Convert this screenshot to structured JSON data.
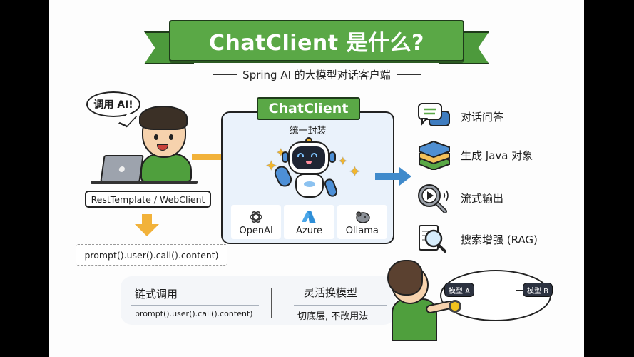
{
  "header": {
    "title": "ChatClient 是什么?",
    "subtitle": "Spring AI 的大模型对话客户端",
    "colors": {
      "banner_green": "#5aa846",
      "banner_border": "#1e3a1a"
    }
  },
  "caller": {
    "speech_bubble": "调用 AI!",
    "legacy_clients": "RestTemplate / WebClient",
    "chain_code": "prompt().user().call().content)"
  },
  "chat_client_panel": {
    "title": "ChatClient",
    "subtitle": "统一封装",
    "mascot": "robot-icon",
    "providers": [
      {
        "label": "OpenAI",
        "icon": "openai-icon"
      },
      {
        "label": "Azure",
        "icon": "azure-icon"
      },
      {
        "label": "Ollama",
        "icon": "ollama-icon"
      }
    ],
    "colors": {
      "panel_bg": "#eaf2fb",
      "arrow_in": "#f2b23a",
      "arrow_out": "#3f8acb"
    }
  },
  "features": [
    {
      "label": "对话问答",
      "icon": "chat-bubbles-icon"
    },
    {
      "label": "生成 Java 对象",
      "icon": "layers-icon"
    },
    {
      "label": "流式输出",
      "icon": "stream-play-icon"
    },
    {
      "label": "搜索增强 (RAG)",
      "icon": "document-search-icon"
    }
  ],
  "bottom": {
    "left": {
      "title": "链式调用",
      "value": "prompt().user().call().content)"
    },
    "right": {
      "title": "灵活换模型",
      "value": "切底层, 不改用法"
    },
    "switch": {
      "model_a": "模型 A",
      "model_b": "模型 B"
    }
  }
}
